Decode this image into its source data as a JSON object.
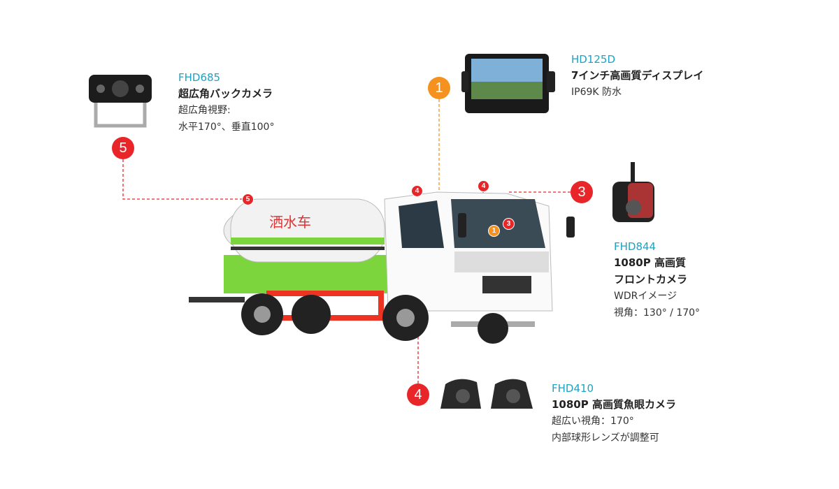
{
  "colors": {
    "accent": "#1aa3c4",
    "red": "#e8262a",
    "orange": "#f5921f"
  },
  "products": [
    {
      "id": "5",
      "model": "FHD685",
      "title": "超広角バックカメラ",
      "desc": [
        "超広角視野:",
        "水平170°、垂直100°"
      ]
    },
    {
      "id": "1",
      "model": "HD125D",
      "title": "7インチ高画質ディスプレイ",
      "desc": [
        "IP69K 防水"
      ]
    },
    {
      "id": "3",
      "model": "FHD844",
      "title": "1080P 高画質",
      "title2": "フロントカメラ",
      "desc": [
        "WDRイメージ",
        "視角：130° / 170°"
      ]
    },
    {
      "id": "4",
      "model": "FHD410",
      "title": "1080P 高画質魚眼カメラ",
      "desc": [
        "超広い視角：170°",
        "内部球形レンズが調整可"
      ]
    }
  ],
  "markers": {
    "m1": "1",
    "m3": "3",
    "m4": "4",
    "m5": "5"
  },
  "truck_text": "洒水车"
}
